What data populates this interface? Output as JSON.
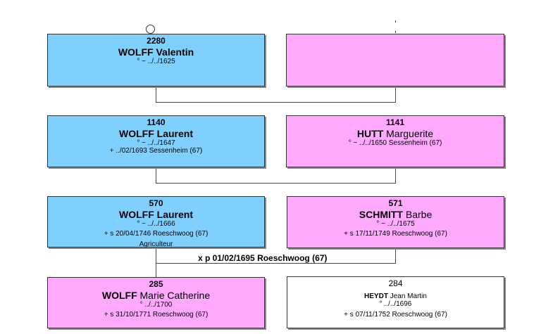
{
  "people": {
    "p2280": {
      "sosa": "2280",
      "surname": "WOLFF",
      "given": "Valentin",
      "lines": [
        "° ~ ../../1625"
      ]
    },
    "p1140": {
      "sosa": "1140",
      "surname": "WOLFF",
      "given": "Laurent",
      "lines": [
        "° ~ ../../1647",
        "+ ../02/1693 Sessenheim (67)"
      ]
    },
    "p1141": {
      "sosa": "1141",
      "surname": "HUTT",
      "given": "Marguerite",
      "lines": [
        "° ~ ../../1650 Sessenheim (67)"
      ]
    },
    "p570": {
      "sosa": "570",
      "surname": "WOLFF",
      "given": "Laurent",
      "lines": [
        "° ~ ../../1666",
        "+ s 20/04/1746 Roeschwoog (67)",
        "Agriculteur"
      ]
    },
    "p571": {
      "sosa": "571",
      "surname": "SCHMITT",
      "given": "Barbe",
      "lines": [
        "° ~ ../../1675",
        "+ s 17/11/1749 Roeschwoog (67)"
      ]
    },
    "p285": {
      "sosa": "285",
      "surname": "WOLFF",
      "given": "Marie Catherine",
      "lines": [
        "° ../../1700",
        "+ s 31/10/1771 Roeschwoog (67)"
      ]
    },
    "p284": {
      "sosa": "284",
      "surname": "HEYDT",
      "given": "Jean Martin",
      "lines": [
        "° ../../1696",
        "+ s 07/11/1752 Roeschwoog (67)"
      ]
    }
  },
  "marriage": "x p 01/02/1695 Roeschwoog (67)",
  "colors": {
    "male": "#7fd0ff",
    "female": "#ffaaff",
    "unknown": "#ffffff"
  }
}
